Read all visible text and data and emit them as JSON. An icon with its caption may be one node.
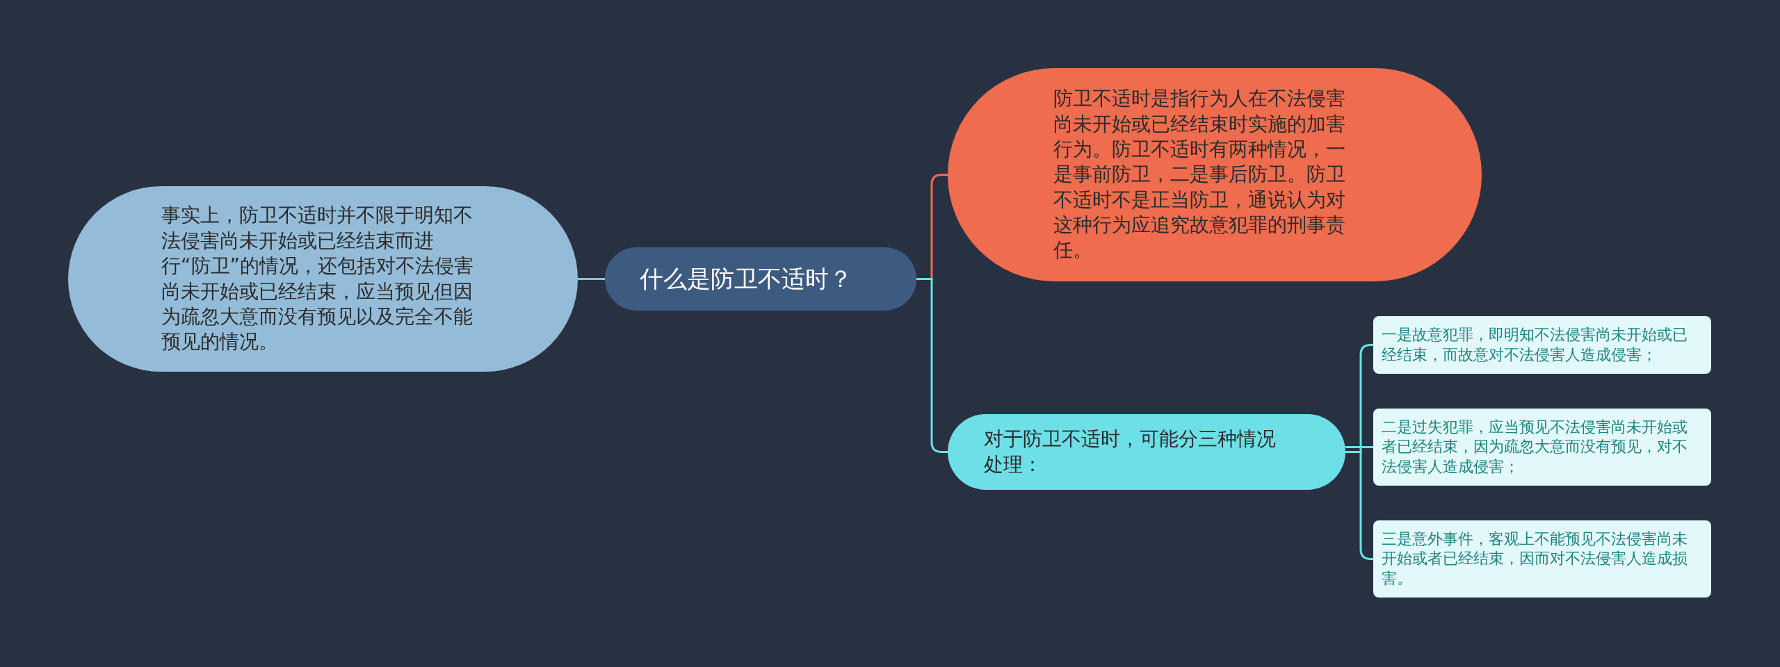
{
  "diagram": {
    "nodes": [
      {
        "text": [
          "什么是防卫不适时？"
        ]
      },
      {
        "text": [
          "防卫不适时是指行为人在不法侵害尚未开始或已经结束时实施的加害行为。防卫不适时有两种情况，一是事前防卫，二是事后防卫。防卫不适时不是正当防卫，通说认为对这种行为应追究故意犯罪的刑事责任。"
        ]
      },
      {
        "text": [
          "事实上，防卫不适时并不限于明知不法侵害尚未开始或已经结束而进行“防卫”的情况，还包括对不法侵害尚未开始或已经结束，应当预见但因为疏忽大意而没有预见以及完全不能预见的情况。"
        ]
      },
      {
        "text": [
          "对于防卫不适时，可能分三种情况处理："
        ]
      },
      {
        "text": [
          "一是故意犯罪，即明知不法侵害尚未开始或已经结束，而故意对不法侵害人造成侵害；"
        ]
      },
      {
        "text": [
          "二是过失犯罪，应当预见不法侵害尚未开始或者已经结束，因为疏忽大意而没有预见，对不法侵害人造成侵害；"
        ]
      },
      {
        "text": [
          "三是意外事件，客观上不能预见不法侵害尚未开始或者已经结束，因而对不法侵害人造成损害。"
        ]
      }
    ],
    "edges": [
      {
        "from": 0,
        "to": 1,
        "arrow": "none",
        "color": "#ef6c4e"
      },
      {
        "from": 0,
        "to": 2,
        "arrow": "none",
        "color": "#94bcd8"
      },
      {
        "from": 0,
        "to": 3,
        "arrow": "none"
      },
      {
        "from": 3,
        "to": 4,
        "arrow": "none"
      },
      {
        "from": 3,
        "to": 5,
        "arrow": "none"
      },
      {
        "from": 3,
        "to": 6,
        "arrow": "none"
      }
    ]
  }
}
